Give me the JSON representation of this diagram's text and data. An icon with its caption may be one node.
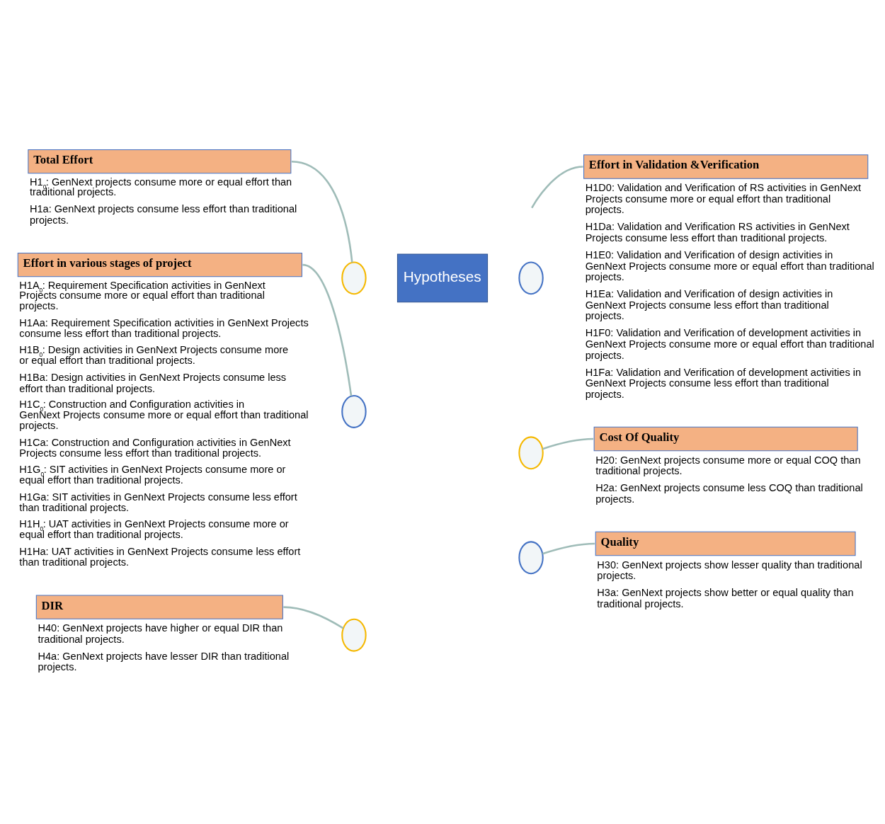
{
  "diagram": {
    "nodes": [
      {
        "text": [
          "Total Effort"
        ],
        "beside": [
          "H1$_{0}$: GenNext projects consume more or equal effort than traditional projects.",
          "H1a: GenNext projects consume less effort than traditional projects."
        ]
      },
      {
        "text": [
          "Effort in various stages of project"
        ],
        "beside": [
          "H1A$_{0}$: Requirement Specification activities in GenNext Projects consume more or equal effort than traditional projects.",
          "H1Aa: Requirement Specification activities in GenNext Projects consume less effort than traditional projects.",
          "H1B$_{0}$: Design activities in GenNext Projects consume more or equal effort than traditional projects.",
          "H1Ba: Design activities in GenNext Projects consume less effort than traditional projects.",
          "H1C$_{0}$: Construction and Configuration activities in GenNext Projects consume more or equal effort than traditional projects.",
          "H1Ca: Construction and Configuration activities in GenNext Projects consume less effort than traditional projects.",
          "H1G$_{0}$: SIT activities in GenNext Projects consume more or equal effort than traditional projects.",
          "H1Ga: SIT activities in GenNext Projects consume less effort than traditional projects.",
          "H1H$_{0}$: UAT activities in GenNext Projects consume more or equal effort than traditional projects.",
          "H1Ha: UAT activities in GenNext Projects consume less effort than traditional projects."
        ]
      },
      {
        "text": [
          "Effort in Validation &Verification"
        ],
        "beside": [
          "H1D0: Validation and Verification of RS activities in GenNext Projects consume more or equal effort than traditional projects.",
          "H1Da: Validation and Verification RS activities in GenNext Projects consume less effort than traditional projects.",
          "H1E0: Validation and Verification of design activities in GenNext Projects consume more or equal effort than traditional projects.",
          "H1Ea: Validation and Verification of design activities in GenNext Projects consume less effort than traditional projects.",
          "H1F0: Validation and Verification of development activities in GenNext Projects consume more or equal effort than traditional projects.",
          "H1Fa: Validation and Verification of development activities in GenNext Projects consume less effort than traditional projects."
        ]
      },
      {
        "text": [
          "Hypotheses"
        ]
      },
      {
        "text": [],
        "shape": "circle"
      },
      {
        "text": [],
        "shape": "circle"
      },
      {
        "text": [],
        "shape": "circle"
      },
      {
        "text": [],
        "shape": "circle"
      },
      {
        "text": [],
        "shape": "circle"
      },
      {
        "text": [],
        "shape": "circle"
      },
      {
        "text": [
          "Cost Of Quality"
        ],
        "beside": [
          "H20: GenNext projects consume more or equal COQ than traditional projects.",
          "H2a: GenNext projects consume less COQ than traditional projects."
        ]
      },
      {
        "text": [
          "DIR"
        ],
        "beside": [
          "H40: GenNext projects have higher or equal DIR than traditional projects.",
          "H4a: GenNext projects have lesser DIR than traditional projects."
        ]
      },
      {
        "text": [
          "Quality"
        ],
        "beside": [
          "H30: GenNext projects show lesser quality than traditional projects.",
          "H3a: GenNext projects show better or equal quality than traditional projects."
        ]
      }
    ],
    "edges": [
      {
        "from": 4,
        "to": 0,
        "arrow": "none"
      },
      {
        "from": 6,
        "to": 1,
        "arrow": "none"
      },
      {
        "from": null,
        "to": 2,
        "arrow": "none"
      },
      {
        "from": 7,
        "to": 10,
        "arrow": "none"
      },
      {
        "from": 8,
        "to": 11,
        "arrow": "none"
      },
      {
        "from": 9,
        "to": 12,
        "arrow": "none"
      }
    ]
  }
}
